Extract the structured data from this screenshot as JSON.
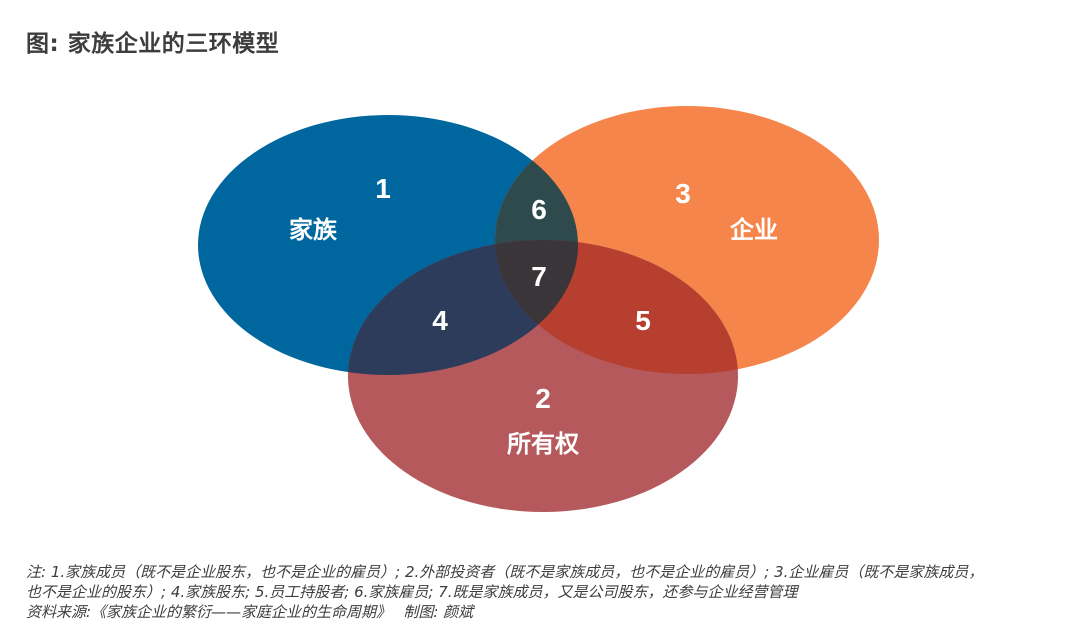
{
  "title": "图: 家族企业的三环模型",
  "diagram": {
    "sets": [
      {
        "id": "family",
        "label": "家族",
        "color": "#00669e"
      },
      {
        "id": "ownership",
        "label": "所有权",
        "color": "#b5595c"
      },
      {
        "id": "business",
        "label": "企业",
        "color": "#f5854a"
      }
    ],
    "regions": [
      {
        "id": "r1",
        "number": "1"
      },
      {
        "id": "r2",
        "number": "2"
      },
      {
        "id": "r3",
        "number": "3"
      },
      {
        "id": "r4",
        "number": "4"
      },
      {
        "id": "r5",
        "number": "5"
      },
      {
        "id": "r6",
        "number": "6"
      },
      {
        "id": "r7",
        "number": "7"
      }
    ]
  },
  "notes": {
    "line1": "注: 1.家族成员（既不是企业股东，也不是企业的雇员）; 2.外部投资者（既不是家族成员，也不是企业的雇员）; 3.企业雇员（既不是家族成员，",
    "line2": "也不是企业的股东）; 4.家族股东; 5.员工持股者; 6.家族雇员; 7.既是家族成员，又是公司股东，还参与企业经营管理",
    "line3": "资料来源:《家族企业的繁衍——家庭企业的生命周期》　 制图: 颜斌"
  }
}
